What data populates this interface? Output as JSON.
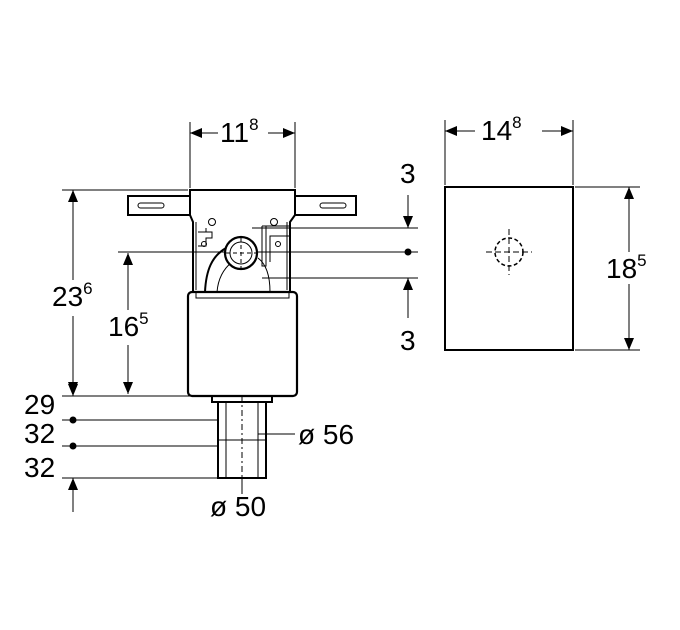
{
  "labels": {
    "width_body": {
      "main": "11",
      "sup": "8"
    },
    "width_plate": {
      "main": "14",
      "sup": "8"
    },
    "height_plate": {
      "main": "18",
      "sup": "5"
    },
    "height_total": {
      "main": "23",
      "sup": "6"
    },
    "height_center": {
      "main": "16",
      "sup": "5"
    },
    "offset_top": "3",
    "offset_bottom": "3",
    "spacing_1": "29",
    "spacing_2": "32",
    "spacing_3": "32",
    "diameter_outer": "ø 56",
    "diameter_inner": "ø 50"
  }
}
